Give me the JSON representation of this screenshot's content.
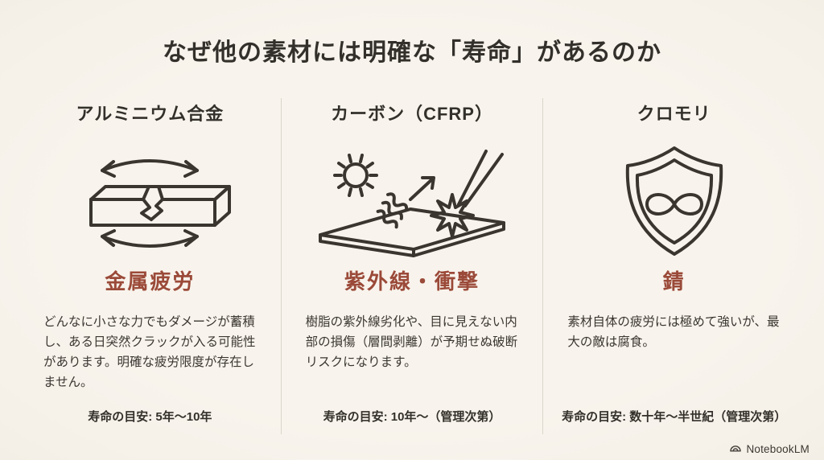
{
  "slide": {
    "title": "なぜ他の素材には明確な「寿命」があるのか",
    "columns": [
      {
        "header": "アルミニウム合金",
        "icon": "cracked-beam-fatigue-icon",
        "risk_label": "金属疲労",
        "description": "どんなに小さな力でもダメージが蓄積し、ある日突然クラックが入る可能性があります。明確な疲労限度が存在しません。",
        "lifespan": "寿命の目安: 5年〜10年"
      },
      {
        "header": "カーボン（CFRP）",
        "icon": "uv-impact-plate-icon",
        "risk_label": "紫外線・衝撃",
        "description": "樹脂の紫外線劣化や、目に見えない内部の損傷（層間剥離）が予期せぬ破断リスクになります。",
        "lifespan": "寿命の目安: 10年〜（管理次第）"
      },
      {
        "header": "クロモリ",
        "icon": "shield-infinity-icon",
        "risk_label": "錆",
        "description": "素材自体の疲労には極めて強いが、最大の敵は腐食。",
        "lifespan": "寿命の目安: 数十年〜半世紀（管理次第）"
      }
    ],
    "footer": {
      "brand": "NotebookLM"
    },
    "colors": {
      "background": "#f7f3ec",
      "text": "#33302b",
      "accent": "#9b4a39",
      "divider": "#dbd6cb"
    }
  }
}
